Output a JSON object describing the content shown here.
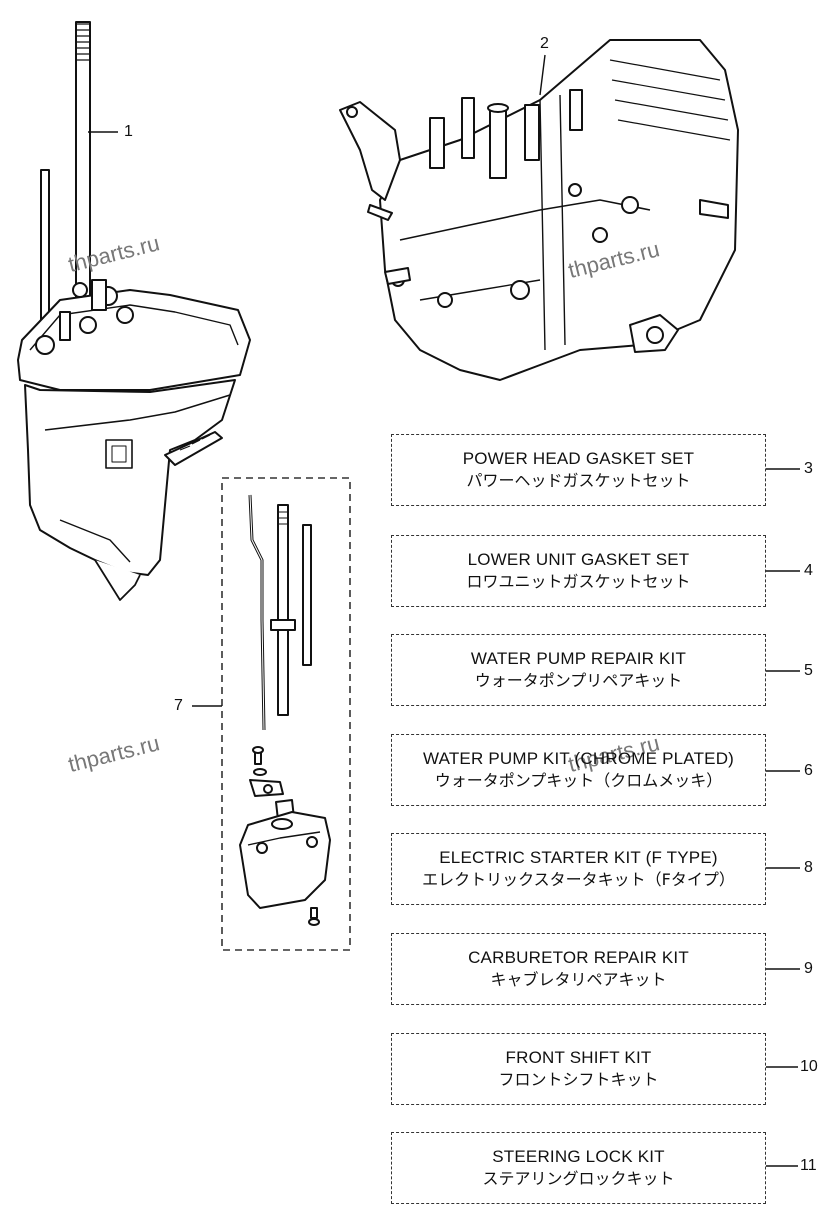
{
  "watermarks": [
    "thparts.ru",
    "thparts.ru",
    "thparts.ru",
    "thparts.ru"
  ],
  "callouts": {
    "c1": "1",
    "c2": "2",
    "c7": "7"
  },
  "kits": [
    {
      "number": "3",
      "name_en": "POWER HEAD GASKET SET",
      "name_jp": "パワーヘッドガスケットセット"
    },
    {
      "number": "4",
      "name_en": "LOWER UNIT GASKET SET",
      "name_jp": "ロワユニットガスケットセット"
    },
    {
      "number": "5",
      "name_en": "WATER PUMP REPAIR KIT",
      "name_jp": "ウォータポンプリペアキット"
    },
    {
      "number": "6",
      "name_en": "WATER PUMP KIT (CHROME PLATED)",
      "name_jp": "ウォータポンプキット（クロムメッキ）"
    },
    {
      "number": "8",
      "name_en": "ELECTRIC STARTER KIT (F TYPE)",
      "name_jp": "エレクトリックスタータキット（Fタイプ）"
    },
    {
      "number": "9",
      "name_en": "CARBURETOR REPAIR KIT",
      "name_jp": "キャブレタリペアキット"
    },
    {
      "number": "10",
      "name_en": "FRONT SHIFT KIT",
      "name_jp": "フロントシフトキット"
    },
    {
      "number": "11",
      "name_en": "STEERING LOCK KIT",
      "name_jp": "ステアリングロックキット"
    }
  ]
}
